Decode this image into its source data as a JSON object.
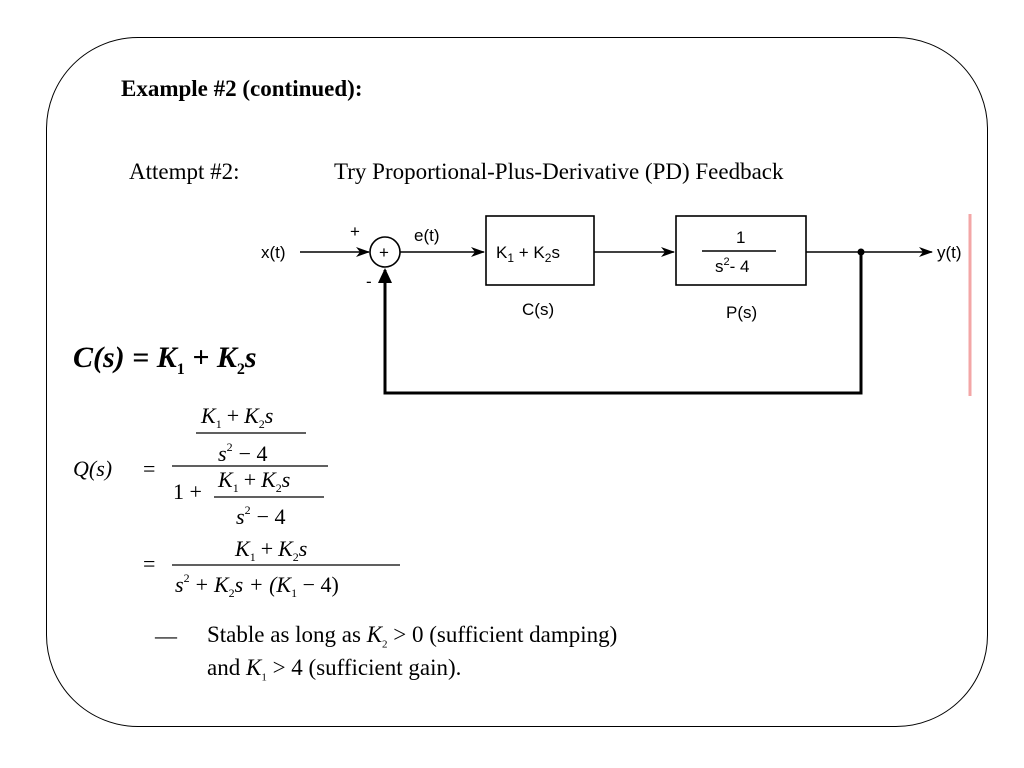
{
  "slide": {
    "title": "Example #2 (continued):",
    "attempt_label": "Attempt #2:",
    "attempt_text": "Try Proportional-Plus-Derivative (PD) Feedback"
  },
  "diagram": {
    "input_label": "x(t)",
    "plus_sign": "+",
    "minus_sign": "-",
    "summer_symbol": "+",
    "error_label": "e(t)",
    "controller_block": {
      "k1": "K",
      "k1_sub": "1",
      "plus": " + ",
      "k2": "K",
      "k2_sub": "2",
      "s": "s"
    },
    "controller_name": "C(s)",
    "plant_numerator": "1",
    "plant_denominator_base": "s",
    "plant_denominator_exp": "2",
    "plant_denominator_rest": "- 4",
    "plant_name": "P(s)",
    "output_label": "y(t)"
  },
  "equations": {
    "c_s": {
      "lhs": "C(s) = K",
      "k1_sub": "1",
      "mid": " + K",
      "k2_sub": "2",
      "end": "s"
    },
    "q_lhs": "Q(s)",
    "equals": "=",
    "one_plus": "1 +",
    "num_expr": "K",
    "sub1": "1",
    "sub2": "2",
    "plus": "+",
    "minus_four": "− 4",
    "s": "s",
    "sq": "2",
    "final_den_tail": "s + (K",
    "final_den_end": " − 4)"
  },
  "bullet": {
    "dash": "—",
    "line1_a": "Stable as long as ",
    "line1_k": "K",
    "line1_sub": "2",
    "line1_b": " > 0 (sufficient damping)",
    "line2_a": "and ",
    "line2_k": "K",
    "line2_sub": "1",
    "line2_b": " > 4 (sufficient gain)."
  }
}
